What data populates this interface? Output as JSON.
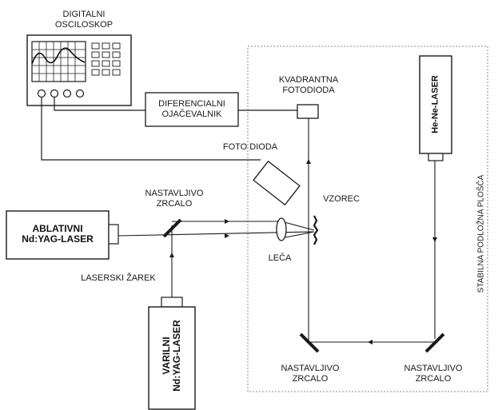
{
  "labels": {
    "oscilloscope_l1": "DIGITALNI",
    "oscilloscope_l2": "OSCILOSKOP",
    "diff_amp_l1": "DIFERENCIALNI",
    "diff_amp_l2": "OJAČEVALNIK",
    "quad_pd_l1": "KVADRANTNA",
    "quad_pd_l2": "FOTODIODA",
    "photodiode": "FOTO DIODA",
    "mirror_top_l1": "NASTAVLJIVO",
    "mirror_top_l2": "ZRCALO",
    "sample": "VZOREC",
    "lens": "LEČA",
    "laser_beam": "LASERSKI ŽAREK",
    "ablation_laser_l1": "ABLATIVNI",
    "ablation_laser_l2": "Nd:YAG-LASER",
    "welding_laser_l1": "VARILNI",
    "welding_laser_l2": "Nd:YAG-LASER",
    "hene_laser": "He-Ne-LASER",
    "mirror_bl_l1": "NASTAVLJIVO",
    "mirror_bl_l2": "ZRCALO",
    "mirror_br_l1": "NASTAVLJIVO",
    "mirror_br_l2": "ZRCALO",
    "table": "STABILNA PODLOŽNA PLOŠČA"
  },
  "colors": {
    "line": "#1a1a1a",
    "box_fill": "#ffffff",
    "laser_fill": "#f2f2f2",
    "dashed": "#777777"
  }
}
